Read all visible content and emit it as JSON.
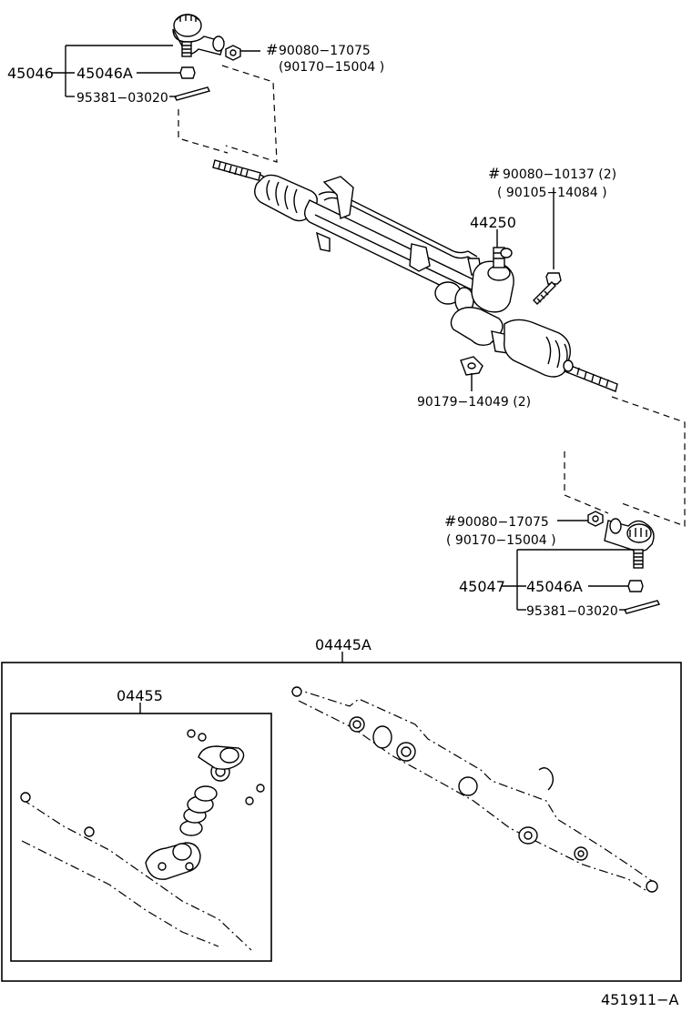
{
  "labels": {
    "p45046": "45046",
    "p45046A_top": "45046A",
    "p95381_top": "95381−03020",
    "p90080_17075_top": "90080−17075",
    "p90170_15004_top": "(90170−15004 )",
    "p90080_10137": "90080−10137 (2)",
    "p90105_14084": "( 90105−14084 )",
    "p44250": "44250",
    "p90179_14049": "90179−14049 (2)",
    "p90080_17075_bot": "90080−17075",
    "p90170_15004_bot": "( 90170−15004  )",
    "p45047": "45047",
    "p45046A_bot": "45046A",
    "p95381_bot": "95381−03020",
    "p04445A": "04445A",
    "p04455": "04455",
    "drawing_no": "451911−A",
    "hash_mark": "#"
  }
}
